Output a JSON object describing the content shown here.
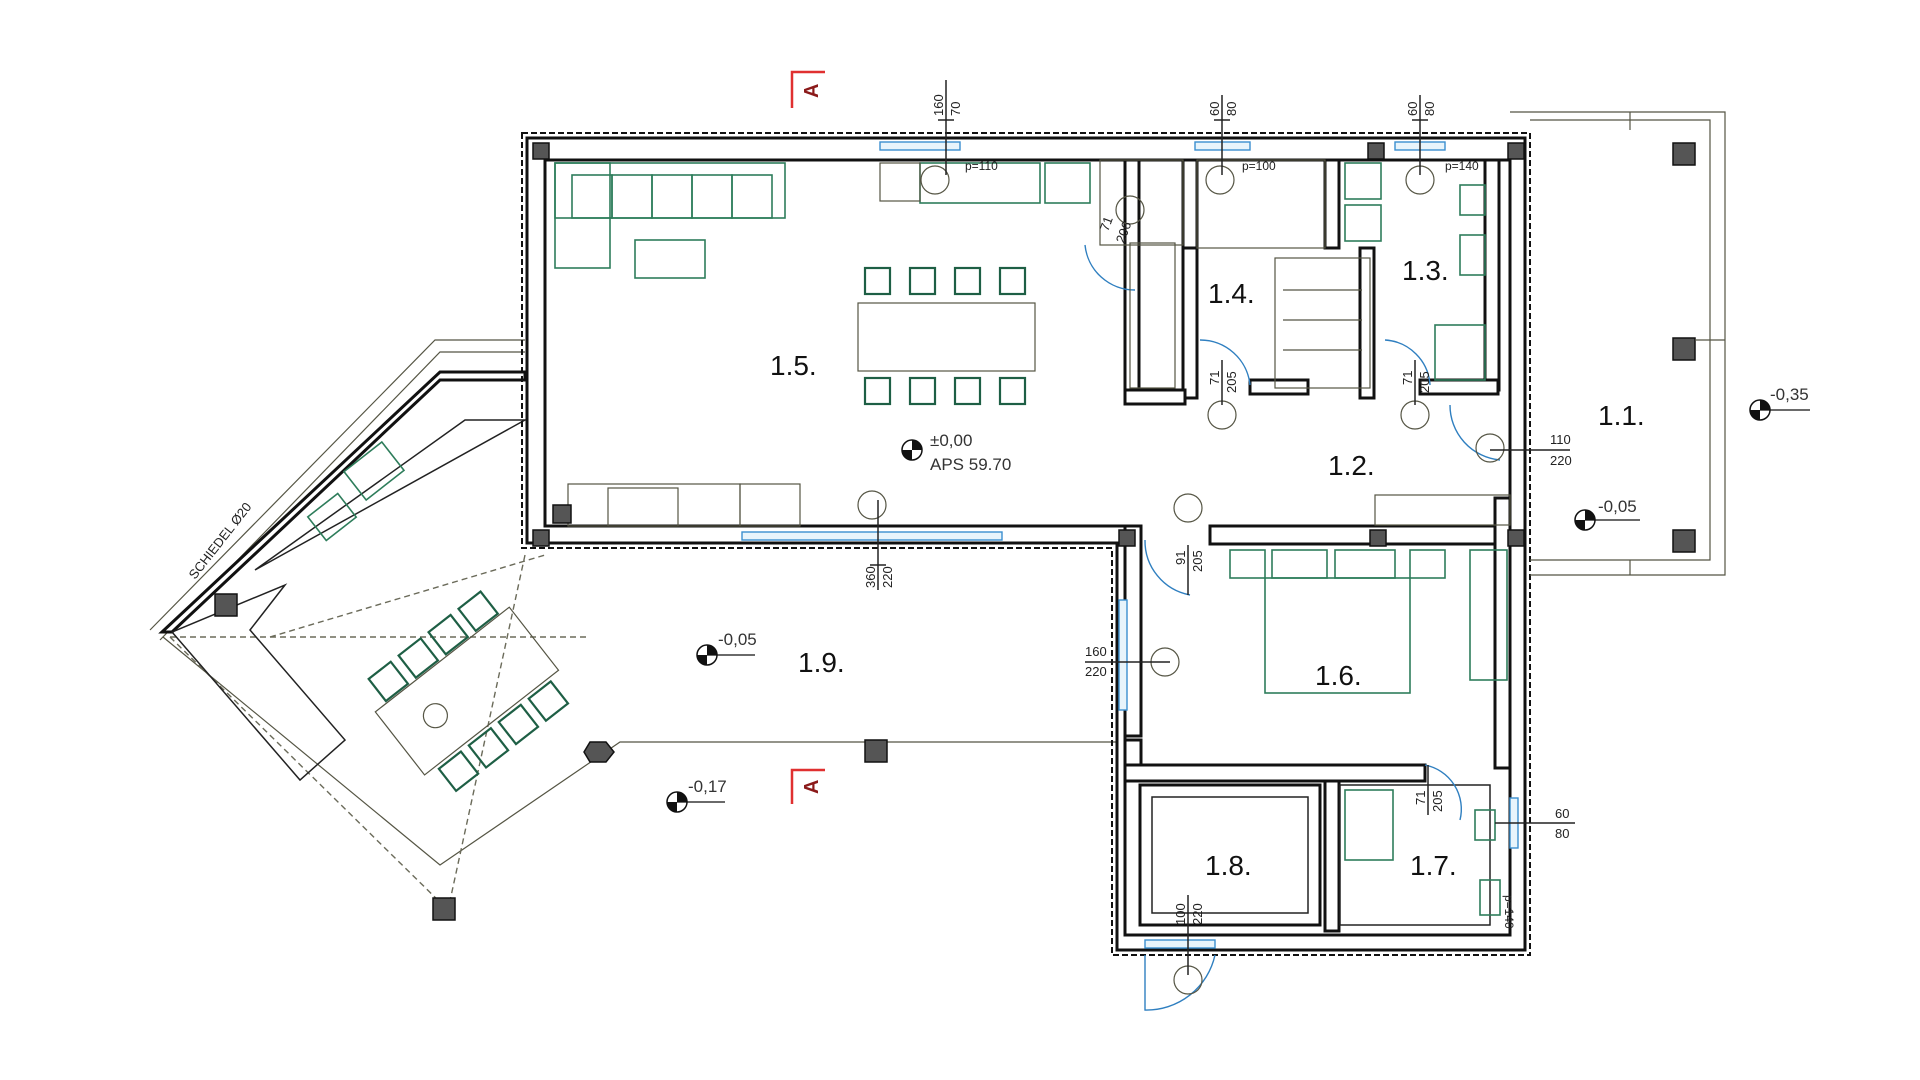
{
  "rooms": [
    {
      "id": "1.1",
      "label": "1.1."
    },
    {
      "id": "1.2",
      "label": "1.2."
    },
    {
      "id": "1.3",
      "label": "1.3."
    },
    {
      "id": "1.4",
      "label": "1.4."
    },
    {
      "id": "1.5",
      "label": "1.5."
    },
    {
      "id": "1.6",
      "label": "1.6."
    },
    {
      "id": "1.7",
      "label": "1.7."
    },
    {
      "id": "1.8",
      "label": "1.8."
    },
    {
      "id": "1.9",
      "label": "1.9."
    }
  ],
  "levels": {
    "main_level": "±0,00",
    "main_aps": "APS 59.70",
    "terrace_right_top": "-0,35",
    "terrace_right_bottom": "-0,05",
    "terrace_left": "-0,05",
    "terrace_left_bottom": "-0,17"
  },
  "section_marks": {
    "top": "A",
    "bottom": "A"
  },
  "chimney_label": "SCHIEDEL  Ø20",
  "windows": {
    "w1_top": "160",
    "w1_bot": "70",
    "w1_parapet": "p=110",
    "w2_top": "60",
    "w2_bot": "80",
    "w2_parapet": "p=100",
    "w3_top": "60",
    "w3_bot": "80",
    "w3_parapet": "p=140",
    "w4_top": "360",
    "w4_bot": "220",
    "w5_top": "160",
    "w5_bot": "220",
    "w6_top": "60",
    "w6_bot": "80",
    "w6_parapet": "p=140",
    "w7_top": "100",
    "w7_bot": "220",
    "door_entry_top": "110",
    "door_entry_bot": "220"
  },
  "doors": {
    "d_kitchen_top": "71",
    "d_kitchen_bot": "206",
    "d_14_top": "71",
    "d_14_bot": "205",
    "d_13_top": "71",
    "d_13_bot": "205",
    "d_16_top": "91",
    "d_16_bot": "205",
    "d_17_top": "71",
    "d_17_bot": "205"
  }
}
